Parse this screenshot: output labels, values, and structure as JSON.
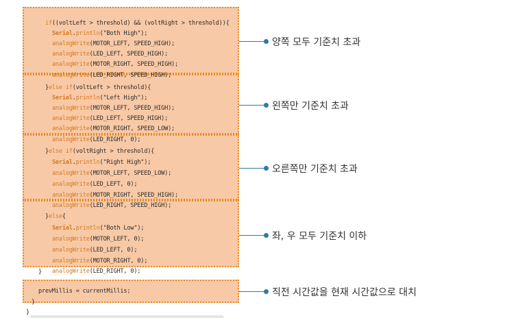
{
  "code_lines": [
    {
      "key": "l1",
      "text": "if((voltLeft > threshold) && (voltRight > threshold)){"
    },
    {
      "key": "l2",
      "text": "Serial.println(\"Both High\");"
    },
    {
      "key": "l3",
      "text": "analogWrite(MOTOR_LEFT, SPEED_HIGH);"
    },
    {
      "key": "l4",
      "text": "analogWrite(LED_LEFT, SPEED_HIGH);"
    },
    {
      "key": "l5",
      "text": "analogWrite(MOTOR_RIGHT, SPEED_HIGH);"
    },
    {
      "key": "l6",
      "text": "analogWrite(LED_RIGHT, SPEED_HIGH);"
    },
    {
      "key": "l7",
      "text": "}else if(voltLeft > threshold){"
    },
    {
      "key": "l8",
      "text": "Serial.println(\"Left High\");"
    },
    {
      "key": "l9",
      "text": "analogWrite(MOTOR_LEFT, SPEED_HIGH);"
    },
    {
      "key": "l10",
      "text": "analogWrite(LED_LEFT, SPEED_HIGH);"
    },
    {
      "key": "l11",
      "text": "analogWrite(MOTOR_RIGHT, SPEED_LOW);"
    },
    {
      "key": "l12",
      "text": "analogWrite(LED_RIGHT, 0);"
    },
    {
      "key": "l13",
      "text": "}else if(voltRight > threshold){"
    },
    {
      "key": "l14",
      "text": "Serial.println(\"Right High\");"
    },
    {
      "key": "l15",
      "text": "analogWrite(MOTOR_LEFT, SPEED_LOW);"
    },
    {
      "key": "l16",
      "text": "analogWrite(LED_LEFT, 0);"
    },
    {
      "key": "l17",
      "text": "analogWrite(MOTOR_RIGHT, SPEED_HIGH);"
    },
    {
      "key": "l18",
      "text": "analogWrite(LED_RIGHT, SPEED_HIGH);"
    },
    {
      "key": "l19",
      "text": "}else{"
    },
    {
      "key": "l20",
      "text": "Serial.println(\"Both Low\");"
    },
    {
      "key": "l21",
      "text": "analogWrite(MOTOR_LEFT, 0);"
    },
    {
      "key": "l22",
      "text": "analogWrite(LED_LEFT, 0);"
    },
    {
      "key": "l23",
      "text": "analogWrite(MOTOR_RIGHT, 0);"
    },
    {
      "key": "l24",
      "text": "analogWrite(LED_RIGHT, 0);"
    },
    {
      "key": "l25",
      "text": "}"
    },
    {
      "key": "l26",
      "text": "prevMillis = currentMillis;"
    },
    {
      "key": "l27",
      "text": "}"
    },
    {
      "key": "l28",
      "text": "}"
    }
  ],
  "annotations": {
    "both_high": "양쪽 모두 기준치 초과",
    "left_high": "왼쪽만 기준치 초과",
    "right_high": "오른쪽만 기준치 초과",
    "both_low": "좌, 우 모두 기준치 이하",
    "prev_millis": "직전 시간값을 현재 시간값으로 대치"
  },
  "colors": {
    "highlight_fill": "#f8c9a6",
    "highlight_border": "#e8891f",
    "connector": "#2e7aa3",
    "keyword": "#d27a21"
  }
}
